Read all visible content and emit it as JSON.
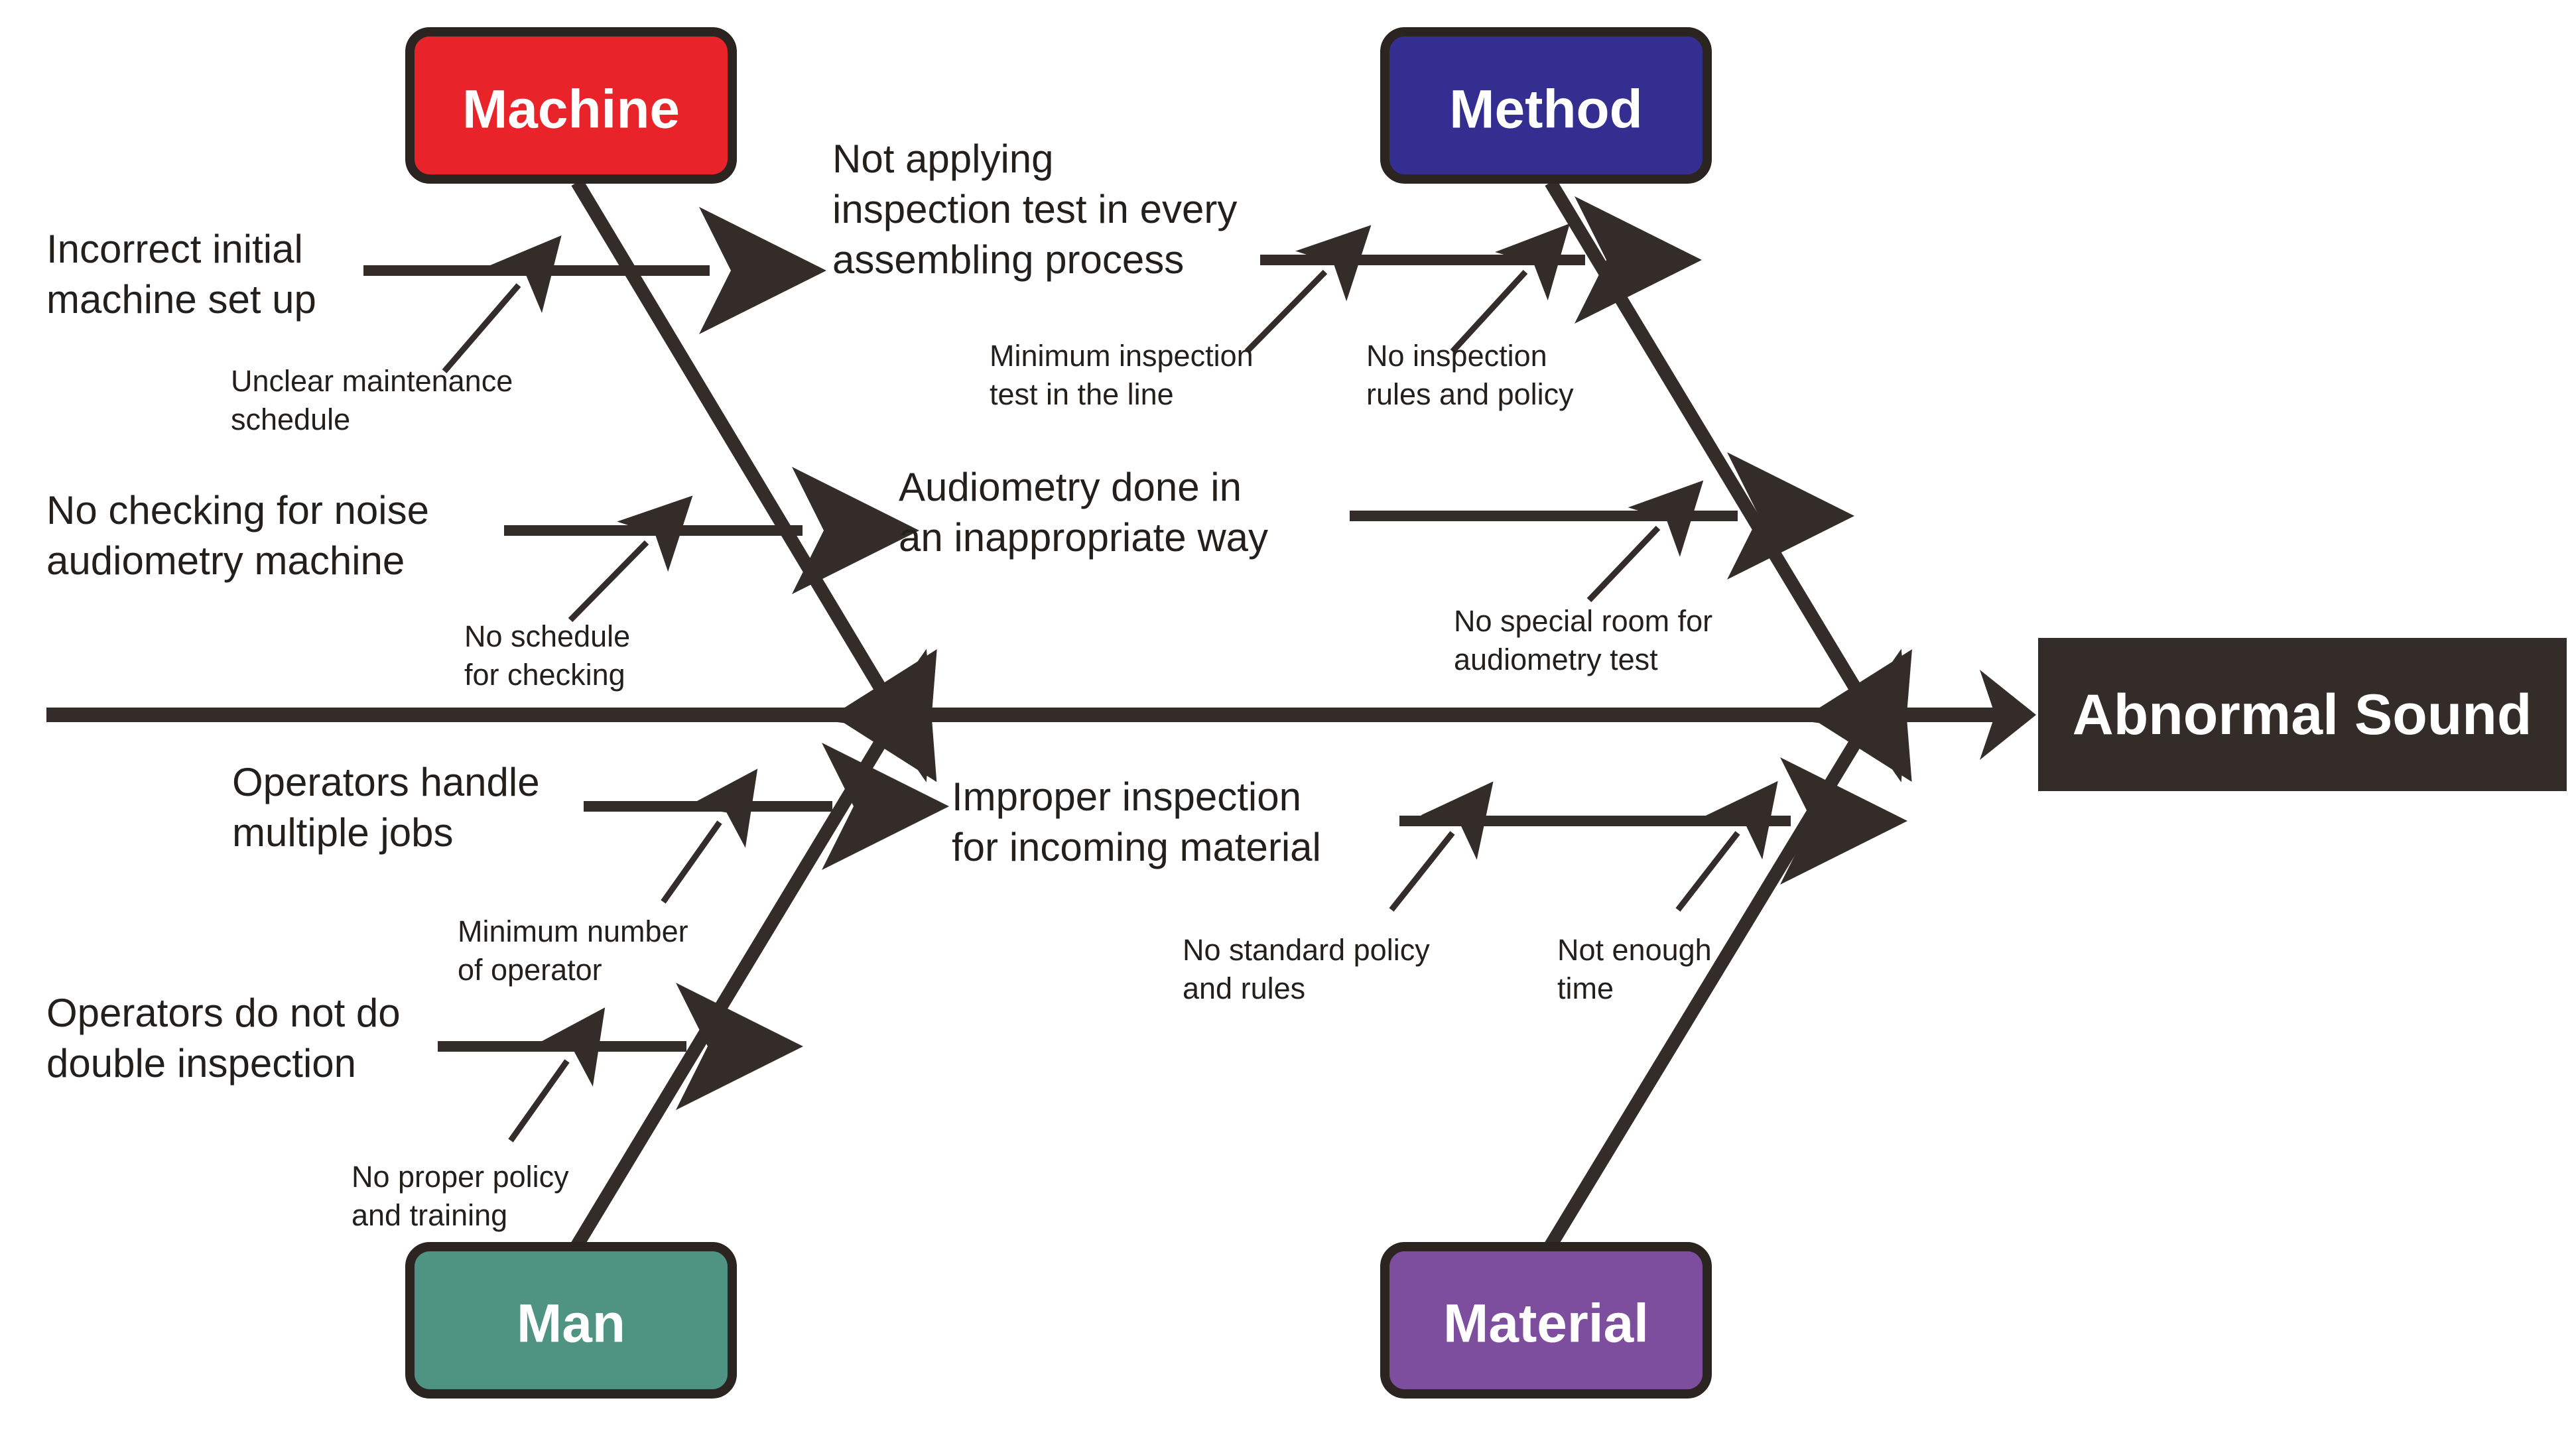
{
  "diagram": {
    "type": "fishbone-ishikawa",
    "effect": {
      "label": "Abnormal Sound",
      "box_color": "#342c29",
      "text_color": "#ffffff"
    },
    "colors": {
      "line": "#342c29",
      "node": "#e2007a",
      "background": "#ffffff"
    },
    "categories": [
      {
        "id": "machine",
        "label": "Machine",
        "color": "#e8242a",
        "position": "top-left",
        "causes": [
          {
            "primary": "Incorrect initial\nmachine set up",
            "primary_line1": "Incorrect initial",
            "primary_line2": "machine set up",
            "secondary": [
              {
                "line1": "Unclear maintenance",
                "line2": "schedule"
              }
            ]
          },
          {
            "primary": "No checking for noise\naudiometry machine",
            "primary_line1": "No checking for noise",
            "primary_line2": "audiometry machine",
            "secondary": [
              {
                "line1": "No schedule",
                "line2": "for checking"
              }
            ]
          }
        ]
      },
      {
        "id": "method",
        "label": "Method",
        "color": "#332e8f",
        "position": "top-right",
        "causes": [
          {
            "primary": "Not applying inspection test in every assembling process",
            "primary_line1": "Not applying",
            "primary_line2": "inspection test in every",
            "primary_line3": "assembling process",
            "secondary": [
              {
                "line1": "Minimum inspection",
                "line2": "test in the line"
              },
              {
                "line1": "No inspection",
                "line2": "rules and policy"
              }
            ]
          },
          {
            "primary": "Audiometry done in an inappropriate way",
            "primary_line1": "Audiometry done in",
            "primary_line2": "an inappropriate way",
            "secondary": [
              {
                "line1": "No special room for",
                "line2": "audiometry test"
              }
            ]
          }
        ]
      },
      {
        "id": "man",
        "label": "Man",
        "color": "#4f9483",
        "position": "bottom-left",
        "causes": [
          {
            "primary": "Operators handle multiple jobs",
            "primary_line1": "Operators handle",
            "primary_line2": "multiple jobs",
            "secondary": [
              {
                "line1": "Minimum number",
                "line2": "of operator"
              }
            ]
          },
          {
            "primary": "Operators do not do double inspection",
            "primary_line1": "Operators do not do",
            "primary_line2": "double inspection",
            "secondary": [
              {
                "line1": "No proper policy",
                "line2": "and training"
              }
            ]
          }
        ]
      },
      {
        "id": "material",
        "label": "Material",
        "color": "#7d4e9e",
        "position": "bottom-right",
        "causes": [
          {
            "primary": "Improper inspection for incoming material",
            "primary_line1": "Improper inspection",
            "primary_line2": "for incoming material",
            "secondary": [
              {
                "line1": "No standard policy",
                "line2": "and rules"
              },
              {
                "line1": "Not enough",
                "line2": "time"
              }
            ]
          }
        ]
      }
    ]
  }
}
